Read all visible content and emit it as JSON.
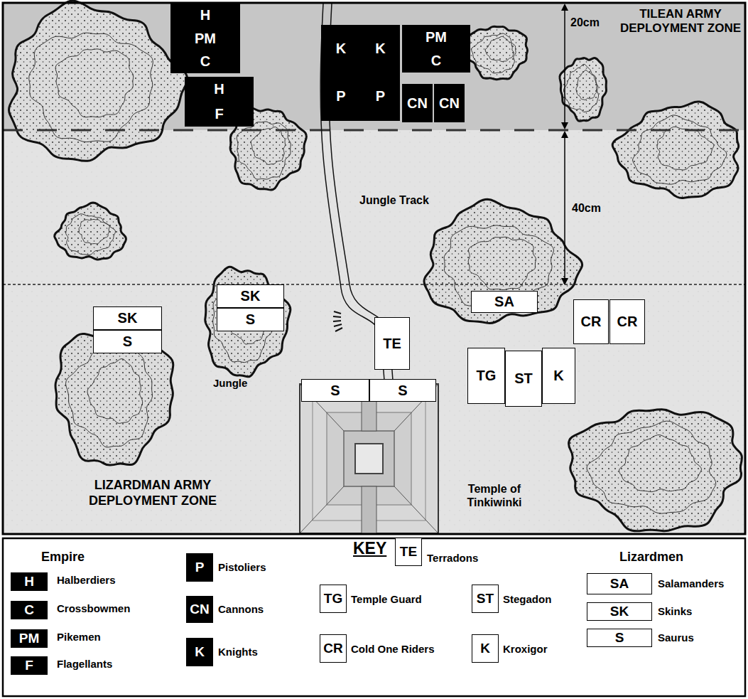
{
  "diagram": {
    "nodes": [
      {
        "text": [
          "H"
        ]
      },
      {
        "text": [
          "PM"
        ]
      },
      {
        "text": [
          "C"
        ]
      },
      {
        "text": [
          "K"
        ]
      },
      {
        "text": [
          "K"
        ]
      },
      {
        "text": [
          "PM"
        ]
      },
      {
        "text": [
          "C"
        ]
      },
      {
        "text": [
          "P"
        ]
      },
      {
        "text": [
          "P"
        ]
      },
      {
        "text": [
          "H"
        ]
      },
      {
        "text": [
          "F"
        ]
      },
      {
        "text": [
          "CN"
        ]
      },
      {
        "text": [
          "CN"
        ]
      },
      {
        "text": [
          "SK"
        ]
      },
      {
        "text": [
          "SA"
        ]
      },
      {
        "text": [
          "CR"
        ]
      },
      {
        "text": [
          "CR"
        ]
      },
      {
        "text": [
          "SK"
        ]
      },
      {
        "text": [
          "S"
        ]
      },
      {
        "text": [
          "S"
        ]
      },
      {
        "text": [
          "TE"
        ]
      },
      {
        "text": [
          "S"
        ]
      },
      {
        "text": [
          "S"
        ]
      },
      {
        "text": [
          "TG"
        ]
      },
      {
        "text": [
          "ST"
        ]
      },
      {
        "text": [
          "K"
        ]
      }
    ],
    "labels": [
      "20cm",
      "TILEAN ARMY DEPLOYMENT ZONE",
      "40cm",
      "Jungle Track",
      "Jungle",
      "LIZARDMAN ARMY DEPLOYMENT ZONE",
      "Temple of Tinkiwinki",
      "KEY",
      "Empire",
      "Lizardmen",
      "H",
      "C",
      "PM",
      "F",
      "P",
      "CN",
      "K",
      "TE",
      "TG",
      "CR",
      "ST",
      "K",
      "SA",
      "SK",
      "S"
    ],
    "legend": [
      {
        "text": "Halberdiers",
        "color": "#000000"
      },
      {
        "text": "Crossbowmen",
        "color": "#000000"
      },
      {
        "text": "Pikemen",
        "color": "#000000"
      },
      {
        "text": "Flagellants",
        "color": "#000000"
      },
      {
        "text": "Pistoliers",
        "color": "#000000"
      },
      {
        "text": "Cannons",
        "color": "#000000"
      },
      {
        "text": "Knights",
        "color": "#000000"
      },
      {
        "text": "Terradons",
        "color": "#ffffff"
      },
      {
        "text": "Temple Guard",
        "color": "#ffffff"
      },
      {
        "text": "Cold One Riders",
        "color": "#ffffff"
      },
      {
        "text": "Stegadon",
        "color": "#ffffff"
      },
      {
        "text": "Kroxigor",
        "color": "#ffffff"
      },
      {
        "text": "Salamanders",
        "color": "#ffffff"
      },
      {
        "text": "Skinks",
        "color": "#ffffff"
      },
      {
        "text": "Saurus",
        "color": "#ffffff"
      }
    ]
  }
}
